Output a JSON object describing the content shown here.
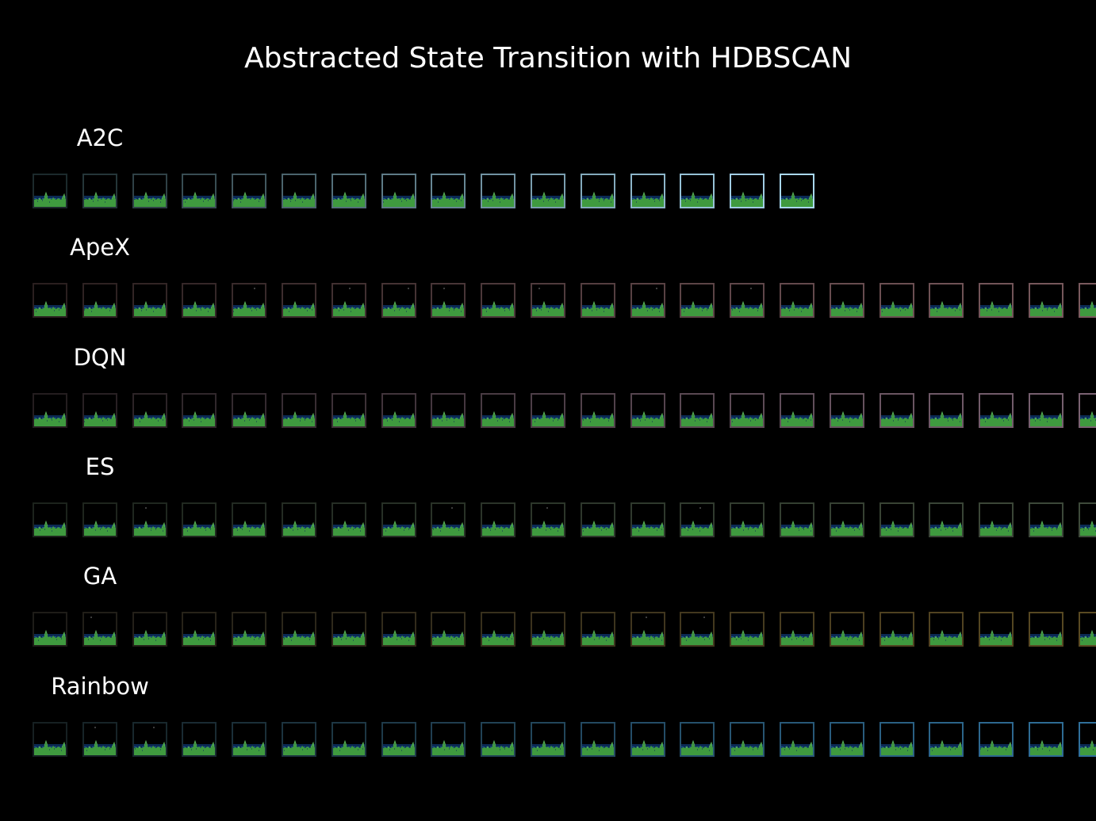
{
  "title": "Abstracted State Transition with HDBSCAN",
  "frame_palette": {
    "water": "#0b2a55",
    "water_line": "#1f5fa8",
    "terrain": "#3f9a3f",
    "terrain_light": "#5cb85c"
  },
  "rows": [
    {
      "label": "A2C",
      "frame_count": 16,
      "border_start": "#1c2a2c",
      "border_end": "#a9d8f0",
      "glimmer_frames": []
    },
    {
      "label": "ApeX",
      "frame_count": 22,
      "border_start": "#2a1f1f",
      "border_end": "#7a5a5e",
      "glimmer_frames": [
        4,
        6,
        7,
        8,
        10,
        12,
        14
      ]
    },
    {
      "label": "DQN",
      "frame_count": 22,
      "border_start": "#241d1f",
      "border_end": "#7a6272",
      "glimmer_frames": []
    },
    {
      "label": "ES",
      "frame_count": 22,
      "border_start": "#1c231c",
      "border_end": "#3e4a3a",
      "glimmer_frames": [
        2,
        8,
        10,
        13
      ]
    },
    {
      "label": "GA",
      "frame_count": 22,
      "border_start": "#1e1c18",
      "border_end": "#5a4a22",
      "glimmer_frames": [
        1,
        12,
        13
      ]
    },
    {
      "label": "Rainbow",
      "frame_count": 22,
      "border_start": "#162022",
      "border_end": "#2f6f9a",
      "glimmer_frames": [
        1,
        2
      ]
    }
  ]
}
